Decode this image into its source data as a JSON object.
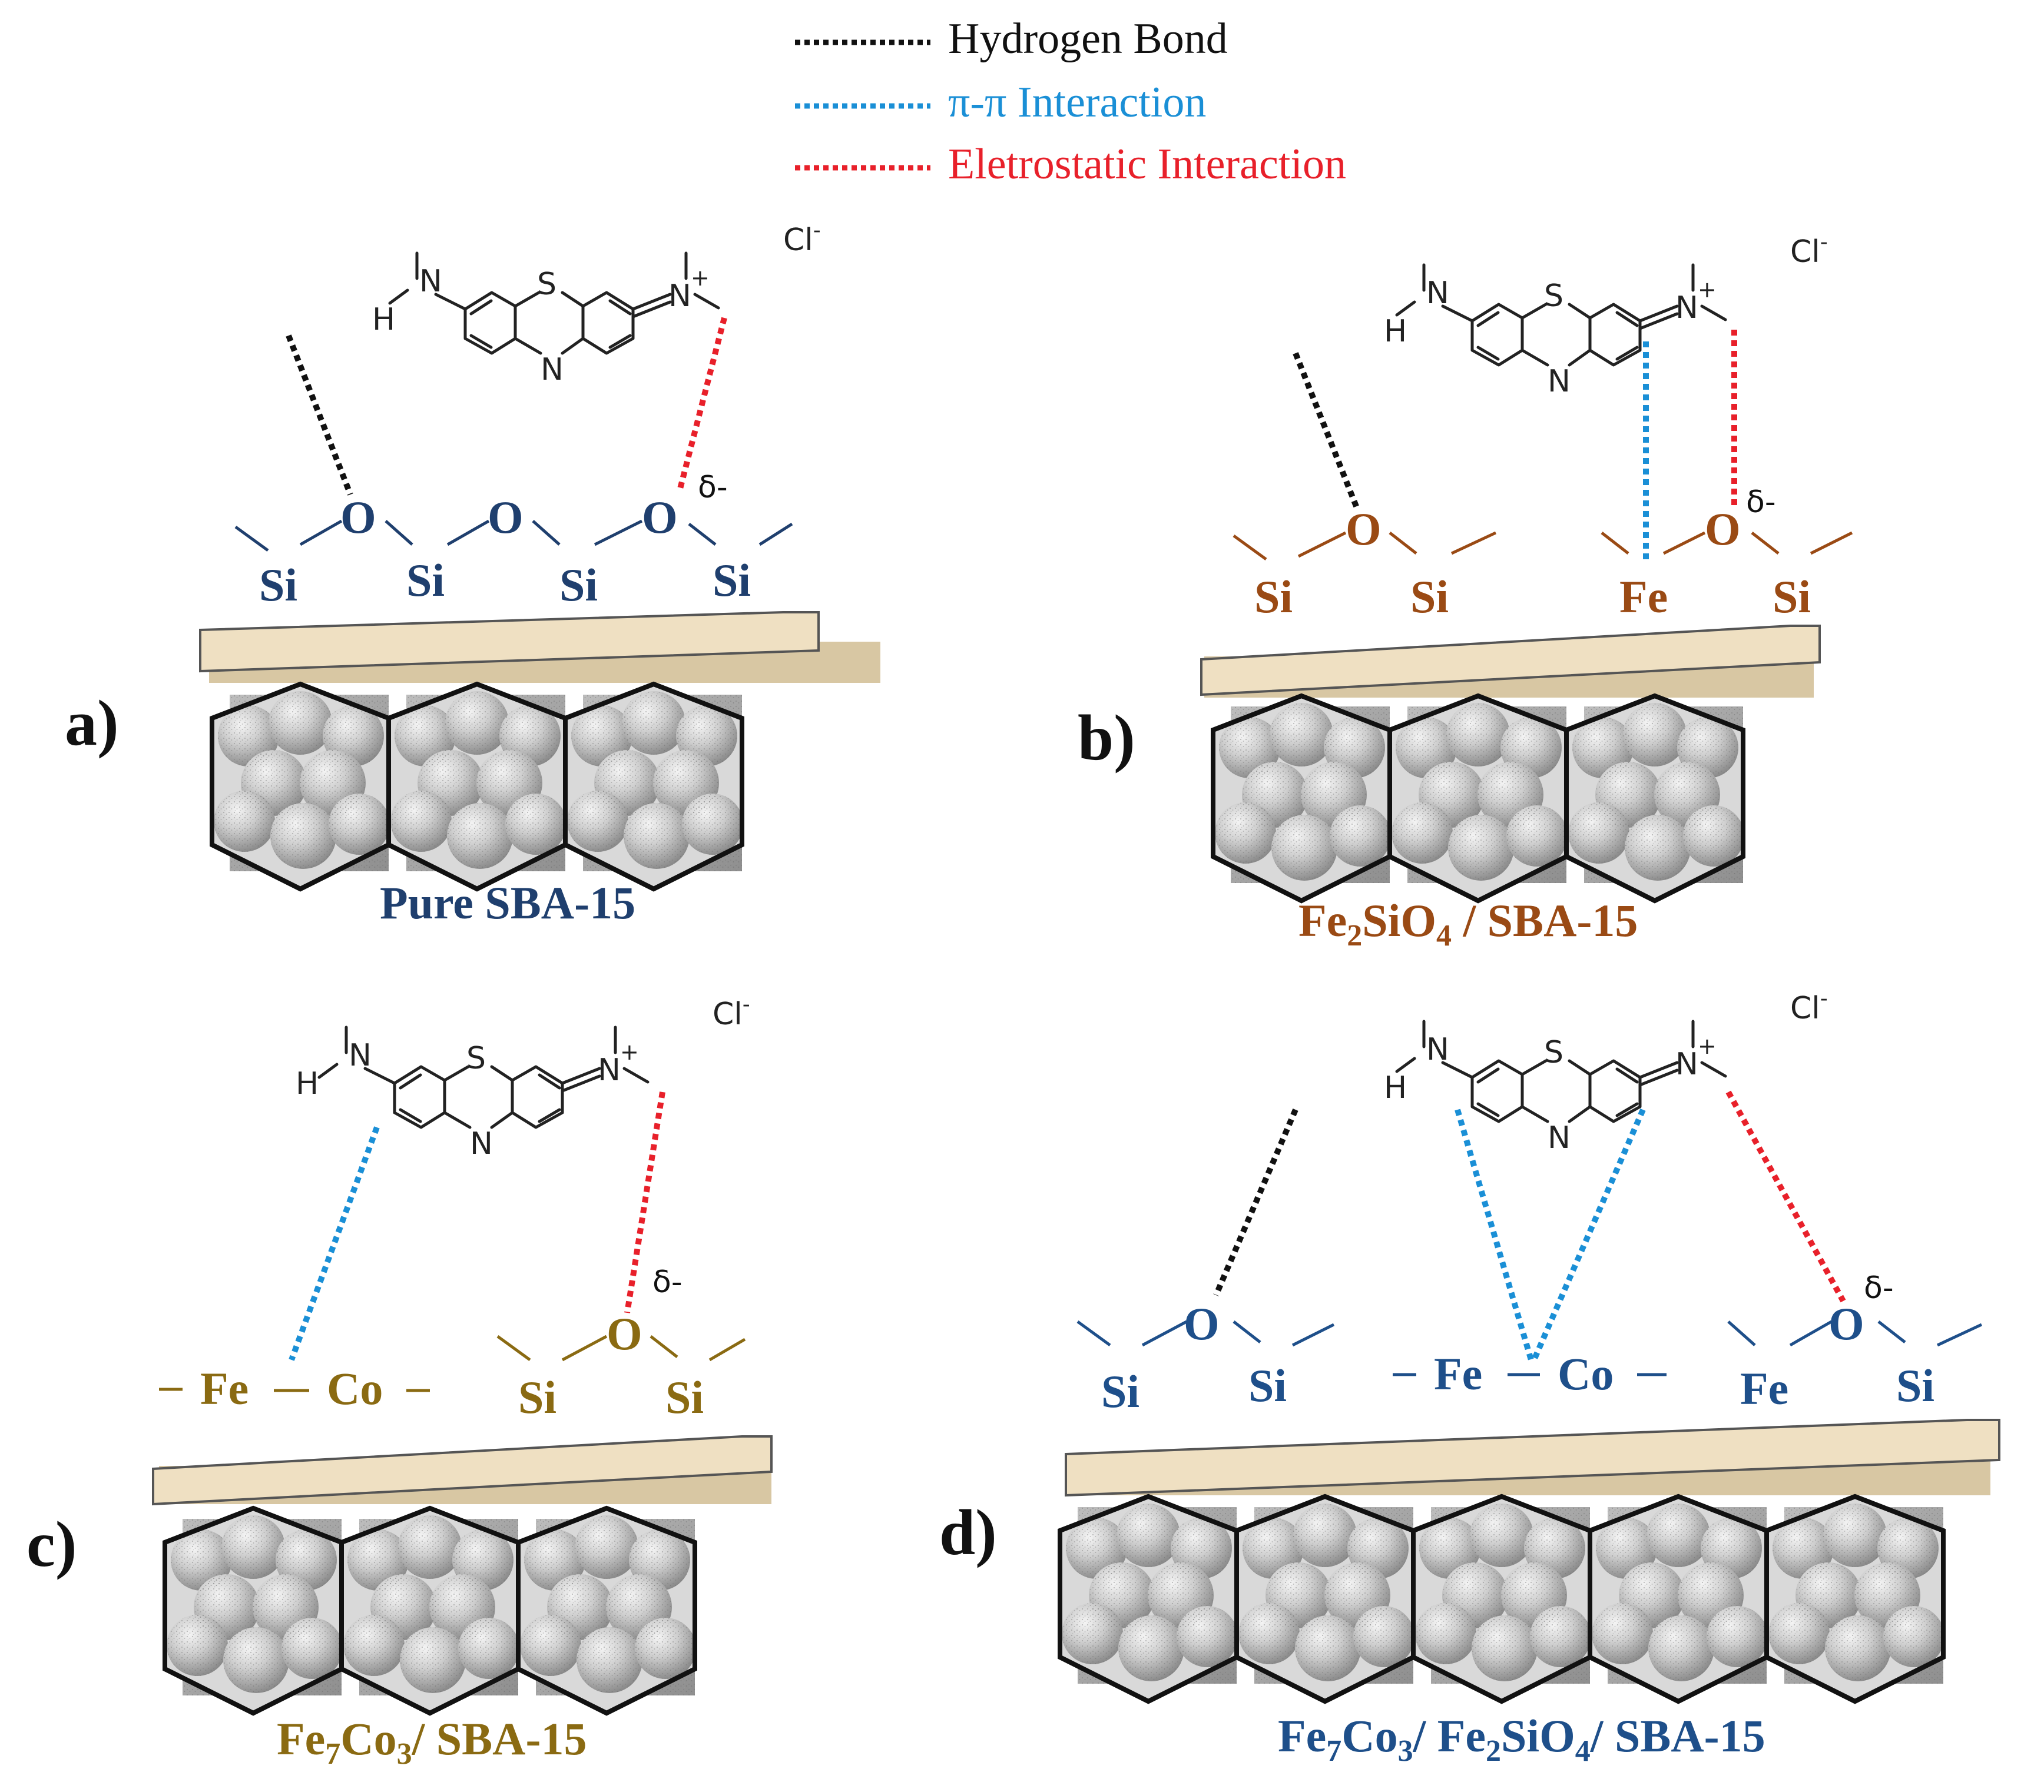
{
  "legend": {
    "items": [
      {
        "label": "Hydrogen Bond",
        "color": "#111111"
      },
      {
        "label": "π-π Interaction",
        "color": "#1a8fd6"
      },
      {
        "label": "Eletrostatic Interaction",
        "color": "#e8202a"
      }
    ]
  },
  "colors": {
    "hbond": "#111111",
    "pipi": "#1a8fd6",
    "electro": "#e8202a",
    "navy": "#1f3f6e",
    "brown": "#9a4a14",
    "gold": "#8a6a12",
    "blue": "#1e4f8a",
    "slab": "#efe0c2",
    "slab_edge": "#c9b58f"
  },
  "molecule": {
    "atom_n_amine": "N",
    "atom_h": "H",
    "atom_s": "S",
    "atom_n_ring": "N",
    "atom_n_cation": "N",
    "charge_plus": "+",
    "counterion": "Cl",
    "counterion_charge": "-"
  },
  "panels": [
    {
      "letter": "a)",
      "caption": "Pure SBA-15",
      "delta": "δ-",
      "atoms": [
        "Si",
        "O",
        "Si",
        "O",
        "Si",
        "O",
        "Si"
      ]
    },
    {
      "letter": "b)",
      "caption_main": "Fe",
      "caption_sub1": "2",
      "caption_mid": "SiO",
      "caption_sub2": "4",
      "caption_tail": " / SBA-15",
      "delta": "δ-",
      "atoms": [
        "Si",
        "O",
        "Si",
        "Fe",
        "O",
        "Si"
      ]
    },
    {
      "letter": "c)",
      "caption_main": "Fe",
      "caption_sub1": "7",
      "caption_mid": "Co",
      "caption_sub2": "3",
      "caption_tail": "/ SBA-15",
      "delta": "δ-",
      "atoms": [
        "Fe",
        "Co",
        "Si",
        "O",
        "Si"
      ]
    },
    {
      "letter": "d)",
      "caption_main": "Fe",
      "caption_sub1": "7",
      "caption_mid": "Co",
      "caption_sub2": "3",
      "caption_mid2": "/ Fe",
      "caption_sub3": "2",
      "caption_mid3": "SiO",
      "caption_sub4": "4",
      "caption_tail": "/ SBA-15",
      "delta": "δ-",
      "atoms": [
        "Si",
        "O",
        "Si",
        "Fe",
        "Co",
        "Fe",
        "O",
        "Si"
      ]
    }
  ]
}
